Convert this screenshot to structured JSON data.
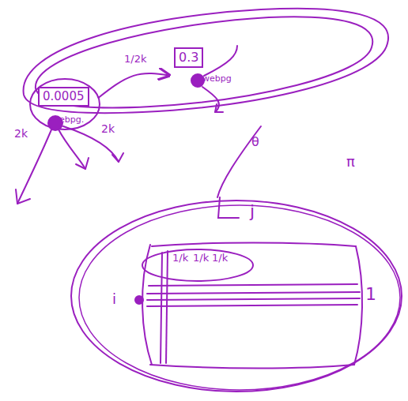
{
  "diagram": {
    "nodes": [
      {
        "text": [
          "0.0005",
          "webpg."
        ]
      },
      {
        "text": [
          "0.3",
          "webpg"
        ]
      },
      {
        "text": [
          "j"
        ]
      }
    ],
    "edges": [
      {
        "from": 0,
        "to": 1,
        "arrow": "to",
        "label": "1/2k"
      }
    ],
    "labels": [
      "2k",
      "2k",
      "θ",
      "π",
      "1/k",
      "1/k",
      "1/k",
      "i",
      "1"
    ]
  }
}
